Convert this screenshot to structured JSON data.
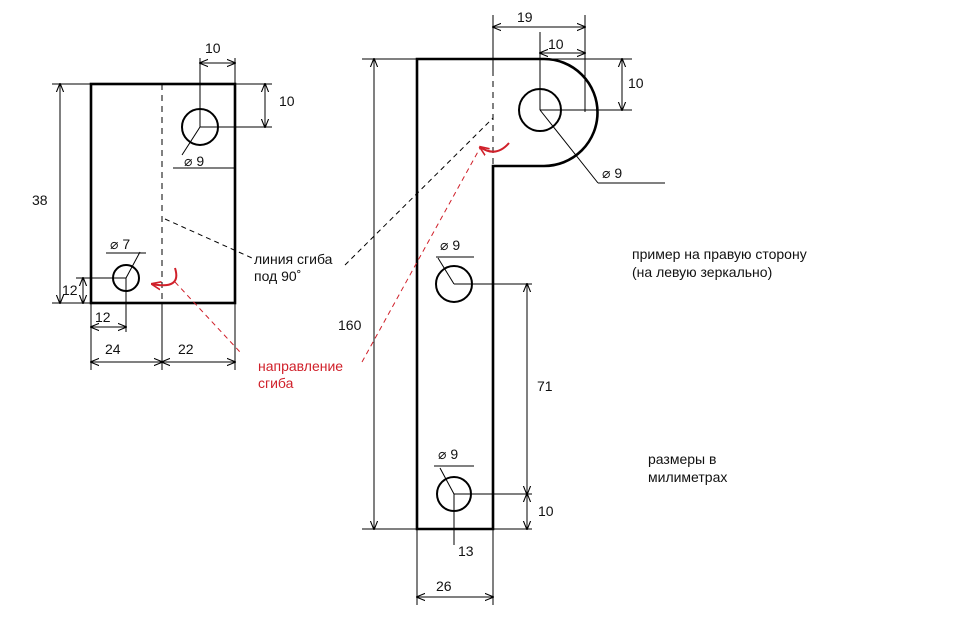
{
  "colors": {
    "line": "#000000",
    "accent": "#d0202a",
    "background": "#ffffff"
  },
  "left_part": {
    "dim_top_10": "10",
    "dim_right_10": "10",
    "dim_height_38": "38",
    "dim_bottom_12_vert": "12",
    "dim_bottom_12_horiz": "12",
    "dim_width_24": "24",
    "dim_width_22": "22",
    "hole_top_label": "⌀ 9",
    "hole_bottom_label": "⌀ 7"
  },
  "right_part": {
    "dim_19": "19",
    "dim_10_top": "10",
    "dim_10_right": "10",
    "hole_top_label": "⌀ 9",
    "hole_mid_label": "⌀ 9",
    "hole_bottom_label": "⌀ 9",
    "dim_160": "160",
    "dim_71": "71",
    "dim_10_bottom": "10",
    "dim_13": "13",
    "dim_26": "26"
  },
  "annotations": {
    "bend_line_1": "линия сгиба",
    "bend_line_2": "под 90˚",
    "bend_dir_1": "направление",
    "bend_dir_2": "сгиба",
    "example_1": "пример на правую сторону",
    "example_2": "(на левую зеркально)",
    "units_1": "размеры в",
    "units_2": "милиметрах"
  }
}
